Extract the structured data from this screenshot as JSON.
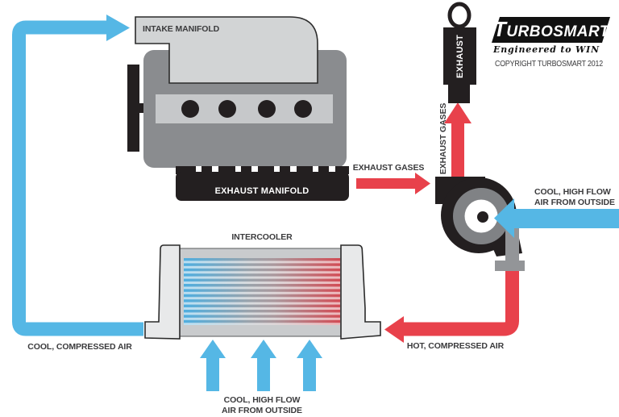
{
  "diagram": {
    "engine": {
      "intake_manifold_label": "INTAKE MANIFOLD",
      "exhaust_manifold_label": "EXHAUST MANIFOLD"
    },
    "exhaust_path": {
      "to_turbo_label": "EXHAUST GASES",
      "out_of_turbo_label": "EXHAUST GASES",
      "muffler_label": "EXHAUST"
    },
    "intercooler": {
      "label": "INTERCOOLER"
    },
    "flows": {
      "cool_outside_turbo_lines": [
        "COOL, HIGH FLOW",
        "AIR FROM OUTSIDE"
      ],
      "cool_outside_intercooler_lines": [
        "COOL, HIGH FLOW",
        "AIR FROM OUTSIDE"
      ],
      "cool_compressed_label": "COOL, COMPRESSED AIR",
      "hot_compressed_label": "HOT, COMPRESSED AIR"
    },
    "branding": {
      "logo_initial": "T",
      "logo_rest": "URBOSMART",
      "tagline": "Engineered to WIN",
      "copyright": "COPYRIGHT TURBOSMART 2012"
    },
    "colors": {
      "cool_air_blue": "#55B7E5",
      "hot_air_red": "#E8414B",
      "black": "#231F20",
      "engine_gray": "#8A8C8F",
      "panel_light_gray": "#D2D4D5",
      "cylinder_bar_gray": "#C6C8CA",
      "turbo_ring_gray": "#808285",
      "pipe_gray": "#939598",
      "tank_gray": "#E8E9EA",
      "core_frame_gray": "#C9CBCD",
      "label_text": "#3B3B3D"
    }
  }
}
